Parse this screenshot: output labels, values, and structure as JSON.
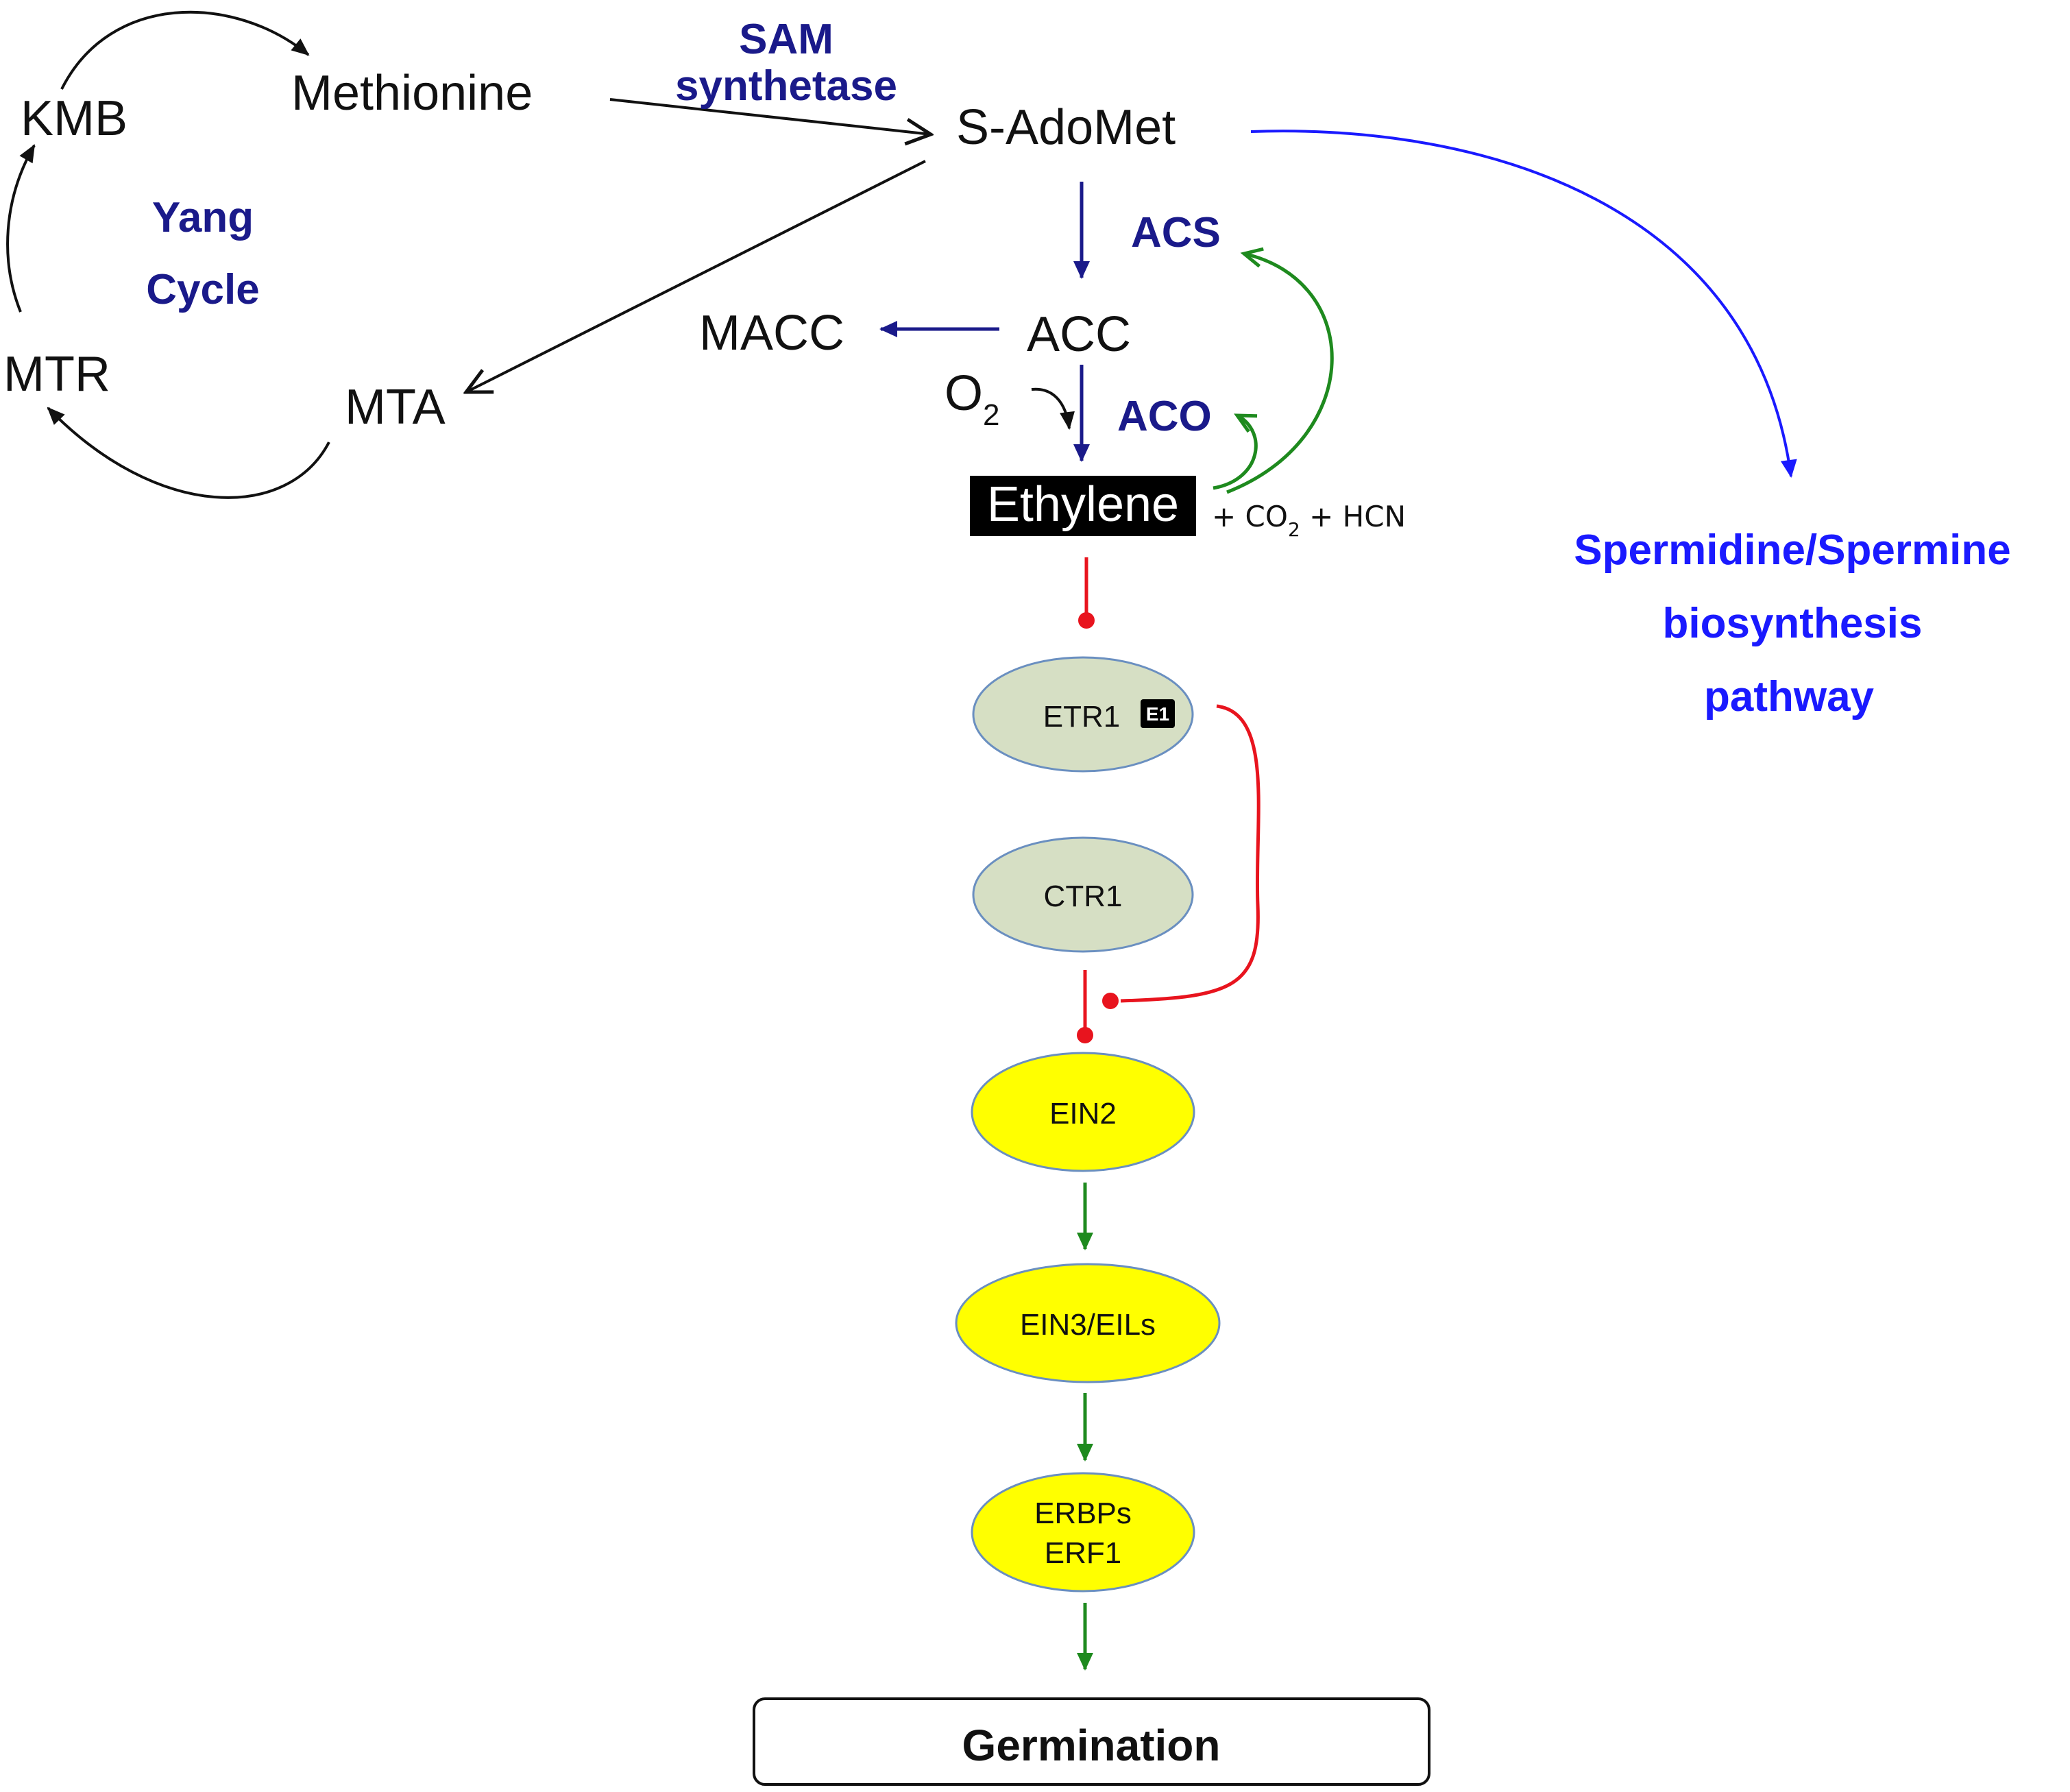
{
  "metabolites": {
    "kmb": "KMB",
    "methionine": "Methionine",
    "sadomet": "S-AdoMet",
    "mtr": "MTR",
    "mta": "MTA",
    "macc": "MACC",
    "acc": "ACC",
    "o2": "O",
    "o2_sub": "2",
    "ethylene": "Ethylene",
    "byproducts": {
      "plus1": "+ CO",
      "co2_sub": "2",
      "plus2": "+ HCN"
    }
  },
  "cycle": {
    "line1": "Yang",
    "line2": "Cycle"
  },
  "enzymes": {
    "sam_line1": "SAM",
    "sam_line2": "synthetase",
    "acs": "ACS",
    "aco": "ACO"
  },
  "polyamine": {
    "line1": "Spermidine/Spermine",
    "line2": "biosynthesis",
    "line3": "pathway"
  },
  "signaling": {
    "etr1": "ETR1",
    "etr1_badge": "E1",
    "ctr1": "CTR1",
    "ein2": "EIN2",
    "ein3": "EIN3/EILs",
    "erbps_line1": "ERBPs",
    "erbps_line2": "ERF1"
  },
  "outcome": "Germination",
  "colors": {
    "dark_blue": "#1a1a8a",
    "bright_blue": "#1a1aff",
    "green": "#1e8a1e",
    "red": "#e8141e",
    "receptor_fill": "#d6dfc4",
    "ellipse_stroke": "#6a8fc0",
    "tf_fill": "#ffff00"
  }
}
